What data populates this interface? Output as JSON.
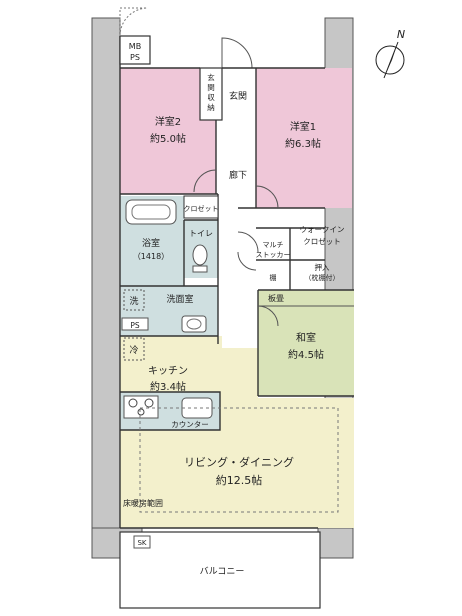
{
  "rooms": {
    "mbps": {
      "line1": "MB",
      "line2": "PS"
    },
    "genkan_storage": [
      "玄",
      "関",
      "収",
      "納"
    ],
    "genkan": "玄関",
    "western2": {
      "name": "洋室2",
      "size": "約5.0帖"
    },
    "western1": {
      "name": "洋室1",
      "size": "約6.3帖"
    },
    "closet": "クロゼット",
    "hallway": "廊下",
    "bath": {
      "name": "浴室",
      "size": "（1418）"
    },
    "toilet": "トイレ",
    "multi_stocker": {
      "line1": "マルチ",
      "line2": "ストッカー"
    },
    "walkin": {
      "line1": "ウォークイン",
      "line2": "クロゼット"
    },
    "oshiire": {
      "line1": "押入",
      "line2": "（枕棚付）"
    },
    "tana": "棚",
    "itadatami": "板畳",
    "wash": "洗",
    "washroom": "洗面室",
    "ps": "PS",
    "refrigerator": "冷",
    "japanese": {
      "name": "和室",
      "size": "約4.5帖"
    },
    "kitchen": {
      "name": "キッチン",
      "size": "約3.4帖"
    },
    "counter": "カウンター",
    "living": {
      "name": "リビング・ダイニング",
      "size": "約12.5帖"
    },
    "floor_heating": "床暖房範囲",
    "sk": "SK",
    "balcony": "バルコニー",
    "compass": "N"
  },
  "colors": {
    "western": "#efc7d8",
    "wet": "#cfdfe0",
    "japanese": "#d9e3b8",
    "living": "#f3f0cc",
    "wall": "#c6c6c6"
  }
}
